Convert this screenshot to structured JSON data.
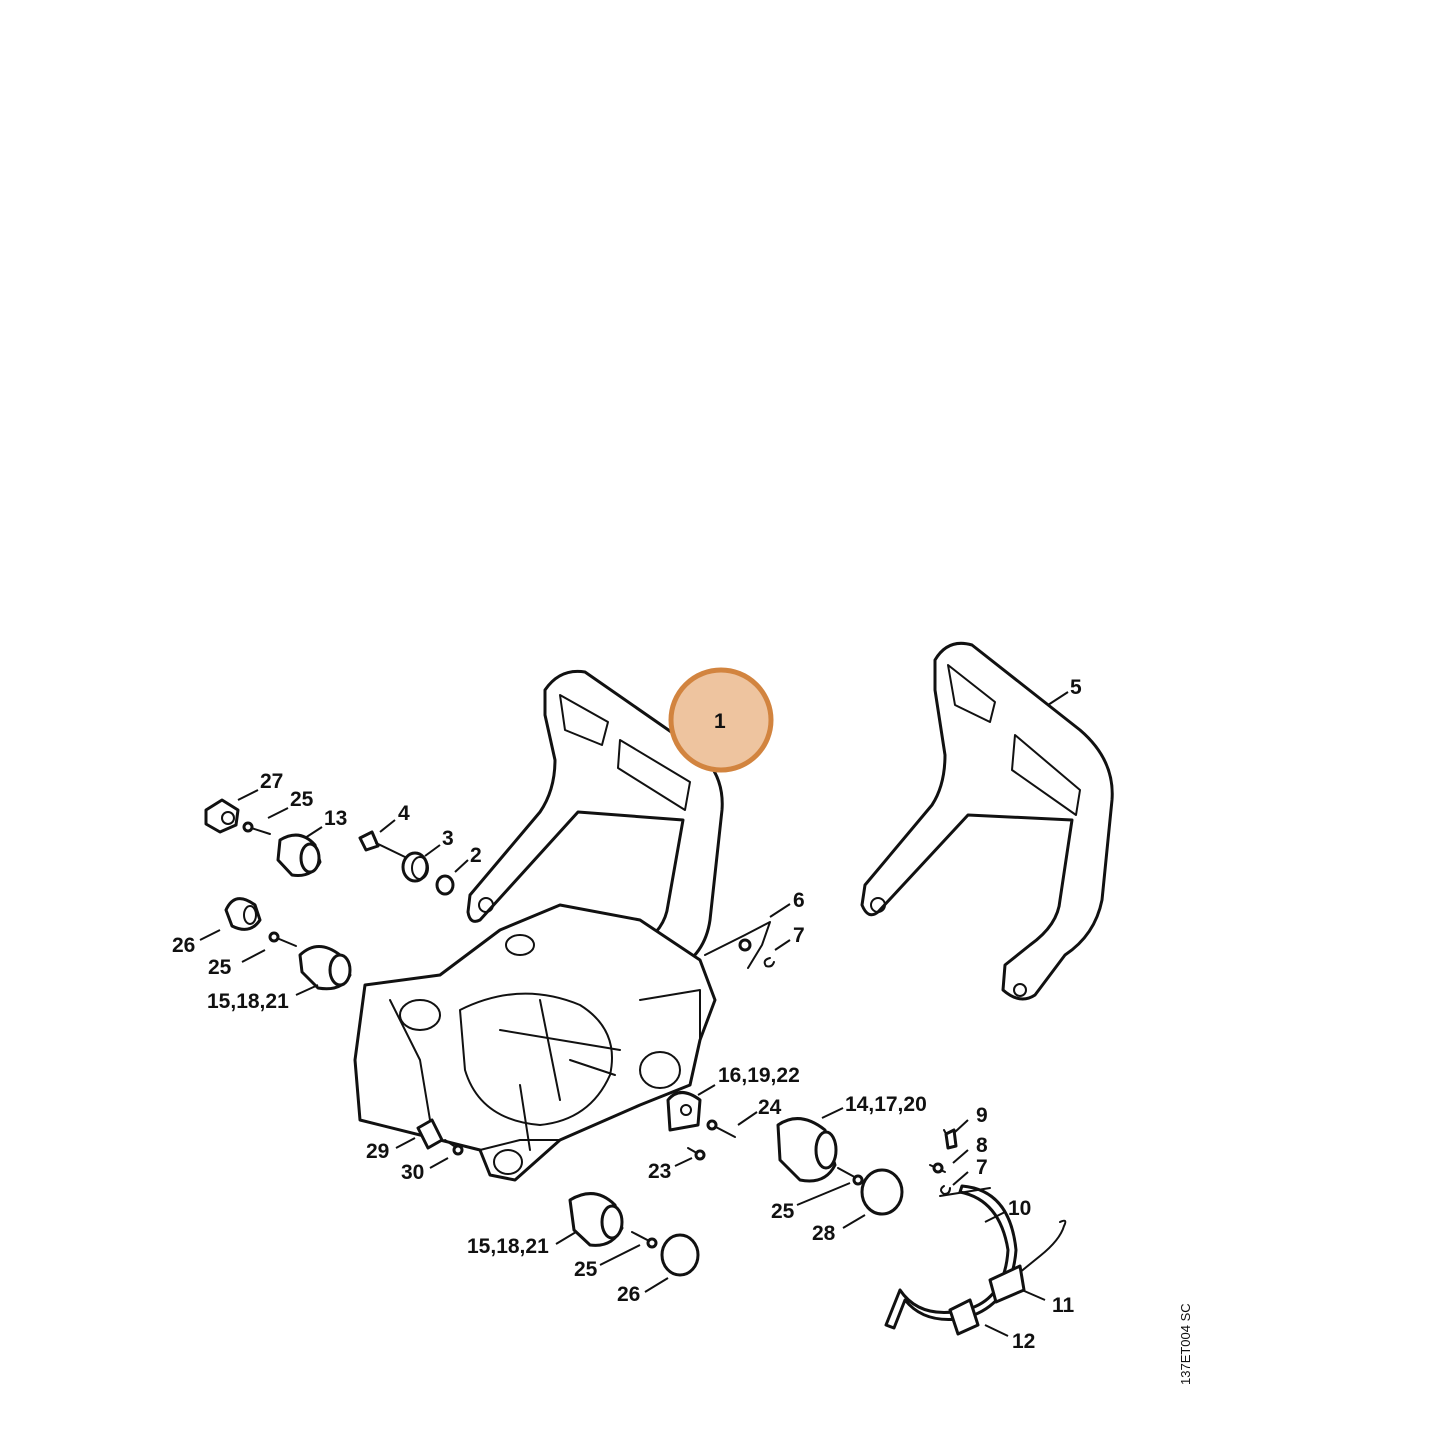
{
  "highlight": {
    "label": "1",
    "fill": "#eec49f",
    "stroke": "#d2843f"
  },
  "callouts": {
    "c1": "1",
    "c2": "2",
    "c3": "3",
    "c4": "4",
    "c5": "5",
    "c6": "6",
    "c7a": "7",
    "c7b": "7",
    "c8": "8",
    "c9": "9",
    "c10": "10",
    "c11": "11",
    "c12": "12",
    "c13": "13",
    "c14_17_20": "14,17,20",
    "c15_18_21_a": "15,18,21",
    "c15_18_21_b": "15,18,21",
    "c16_19_22": "16,19,22",
    "c23": "23",
    "c24": "24",
    "c25a": "25",
    "c25b": "25",
    "c25c": "25",
    "c25d": "25",
    "c26a": "26",
    "c26b": "26",
    "c27": "27",
    "c28": "28",
    "c29": "29",
    "c30": "30"
  },
  "drawing_code": "137ET004 SC"
}
